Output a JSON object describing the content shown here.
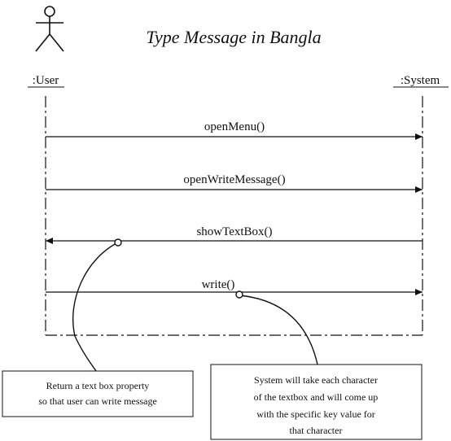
{
  "title": "Type Message in Bangla",
  "participants": [
    {
      "id": "user",
      "label": ":User",
      "has_actor_icon": true
    },
    {
      "id": "system",
      "label": ":System",
      "has_actor_icon": false
    }
  ],
  "messages": [
    {
      "label": "openMenu()",
      "from": "user",
      "to": "system",
      "style": "solid"
    },
    {
      "label": "openWriteMessage()",
      "from": "user",
      "to": "system",
      "style": "solid"
    },
    {
      "label": "showTextBox()",
      "from": "system",
      "to": "user",
      "style": "solid"
    },
    {
      "label": "write()",
      "from": "user",
      "to": "system",
      "style": "solid"
    }
  ],
  "notes": [
    {
      "id": "note-return-textbox",
      "attached_to": "showTextBox()",
      "lines": [
        "Return a text box property",
        "so that user can write message"
      ]
    },
    {
      "id": "note-system-key",
      "attached_to": "write()",
      "lines": [
        "System will take each character",
        "of the textbox and will come up",
        "with the specific key value for",
        "that character"
      ]
    }
  ],
  "colors": {
    "line": "#111111",
    "background": "#ffffff"
  }
}
